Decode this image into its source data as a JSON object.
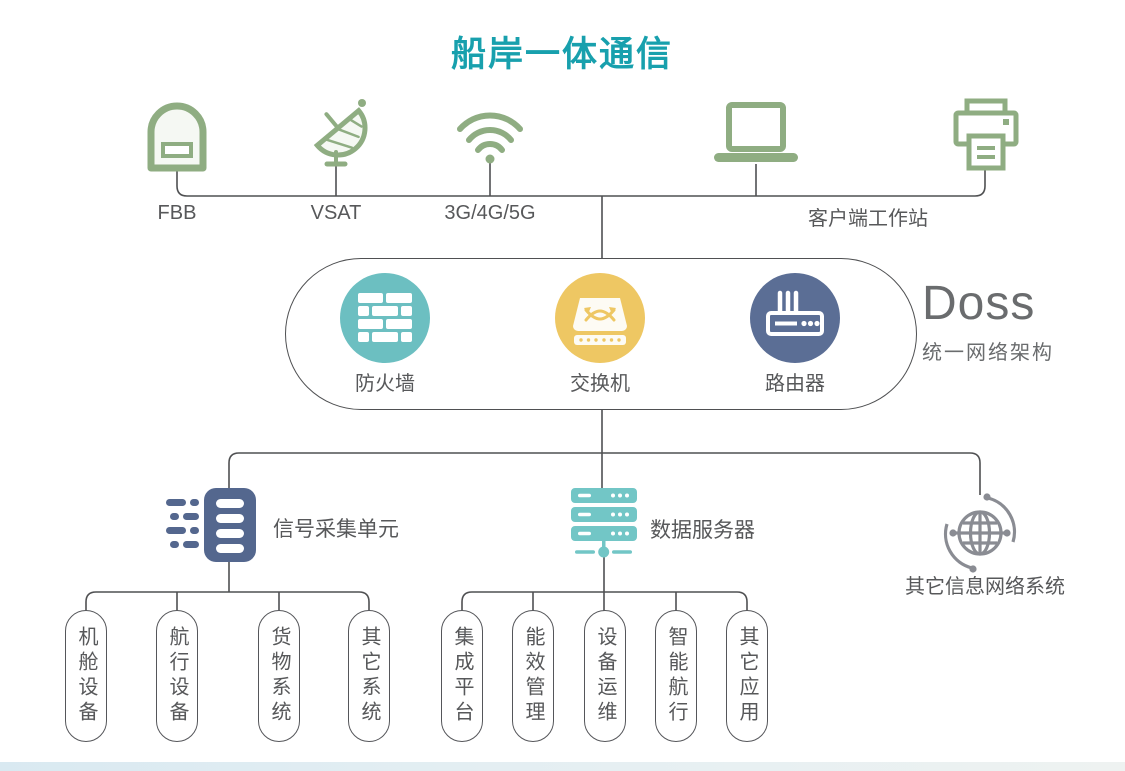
{
  "title": "船岸一体通信",
  "access_layer": {
    "items": [
      {
        "label": "FBB"
      },
      {
        "label": "VSAT"
      },
      {
        "label": "3G/4G/5G"
      },
      {
        "label": "客户端工作站"
      }
    ]
  },
  "core_network": {
    "brand": "Doss",
    "subtitle": "统一网络架构",
    "nodes": [
      {
        "label": "防火墙",
        "color": "#6CBFC1"
      },
      {
        "label": "交换机",
        "color": "#EEC763"
      },
      {
        "label": "路由器",
        "color": "#5B6E95"
      }
    ]
  },
  "middle_layer": {
    "signal_unit": {
      "label": "信号采集单元",
      "color": "#54678E"
    },
    "data_server": {
      "label": "数据服务器",
      "color": "#72C6C6"
    },
    "other_network": {
      "label": "其它信息网络系统",
      "color": "#8A8C93"
    }
  },
  "ship_systems": [
    "机舱设备",
    "航行设备",
    "货物系统",
    "其它系统"
  ],
  "applications": [
    "集成平台",
    "能效管理",
    "设备运维",
    "智能航行",
    "其它应用"
  ],
  "colors": {
    "title_teal": "#18A0AD",
    "icon_green": "#8FAD82",
    "line_gray": "#4F5052",
    "text_gray": "#57585A"
  }
}
